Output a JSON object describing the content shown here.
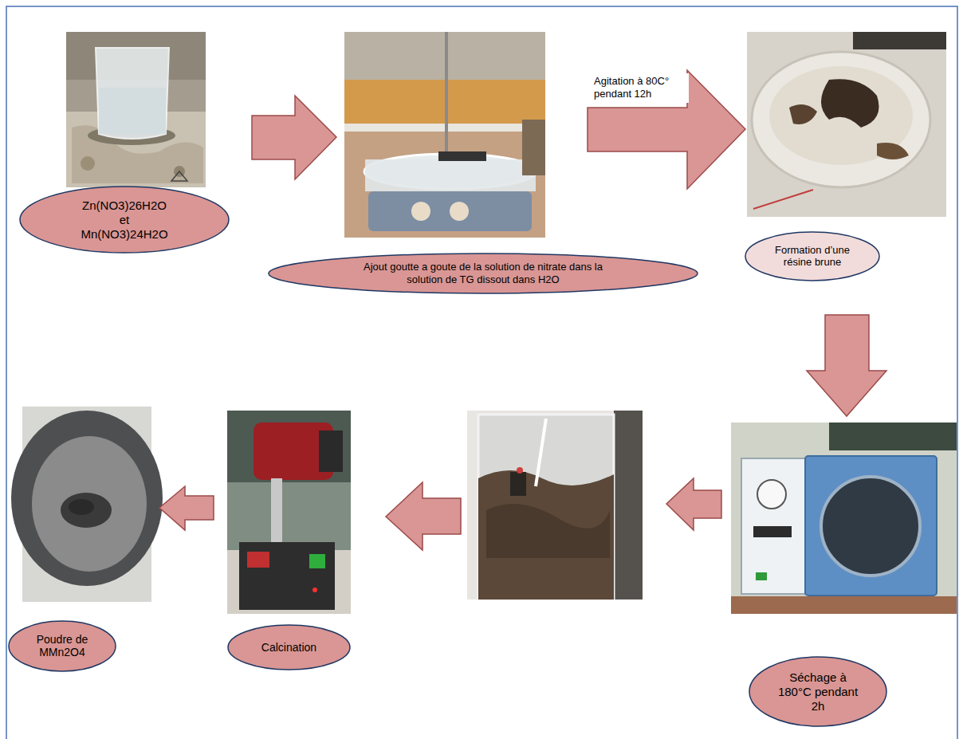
{
  "diagram": {
    "nodes": [
      {
        "text": [
          "Zn(NO3)26H2O et Mn(NO3)24H2O"
        ]
      },
      {
        "text": [
          "Ajout goutte a goute de la solution de nitrate dans la solution de TG dissout dans H2O"
        ]
      },
      {
        "text": [
          "Formation d’une résine brune"
        ]
      },
      {
        "text": [
          "Séchage à 180°C pendant 2h"
        ]
      },
      {
        "text": [
          "Calcination"
        ]
      },
      {
        "text": [
          "Poudre de MMn2O4"
        ]
      }
    ],
    "labels": [
      "Agitation à 80C° pendant 12h"
    ]
  }
}
